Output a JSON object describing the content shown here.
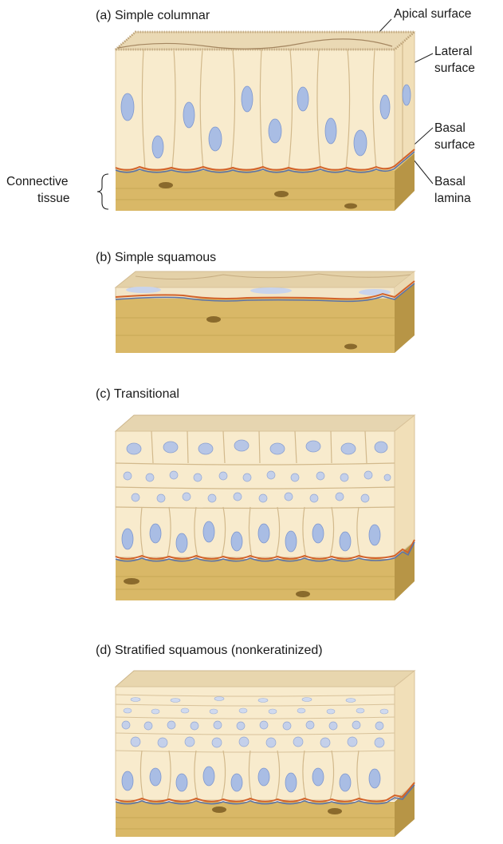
{
  "colors": {
    "cell_fill": "#f8ebcd",
    "cell_outline": "#d9c39a",
    "nucleus": "#9fb3dd",
    "nucleus_dark": "#6f8fcf",
    "basal_orange": "#d2622a",
    "basal_blue": "#5b73a8",
    "connective": "#d9b867",
    "connective_dark": "#a98a3f",
    "apical_brown": "#b59a70"
  },
  "panels": [
    {
      "id": "a",
      "title": "(a) Simple columnar"
    },
    {
      "id": "b",
      "title": "(b) Simple squamous"
    },
    {
      "id": "c",
      "title": "(c) Transitional"
    },
    {
      "id": "d",
      "title": "(d) Stratified squamous (nonkeratinized)"
    }
  ],
  "labels": {
    "apical_surface": "Apical surface",
    "lateral_surface_1": "Lateral",
    "lateral_surface_2": "surface",
    "basal_surface_1": "Basal",
    "basal_surface_2": "surface",
    "basal_lamina_1": "Basal",
    "basal_lamina_2": "lamina",
    "connective_tissue_1": "Connective",
    "connective_tissue_2": "tissue"
  }
}
